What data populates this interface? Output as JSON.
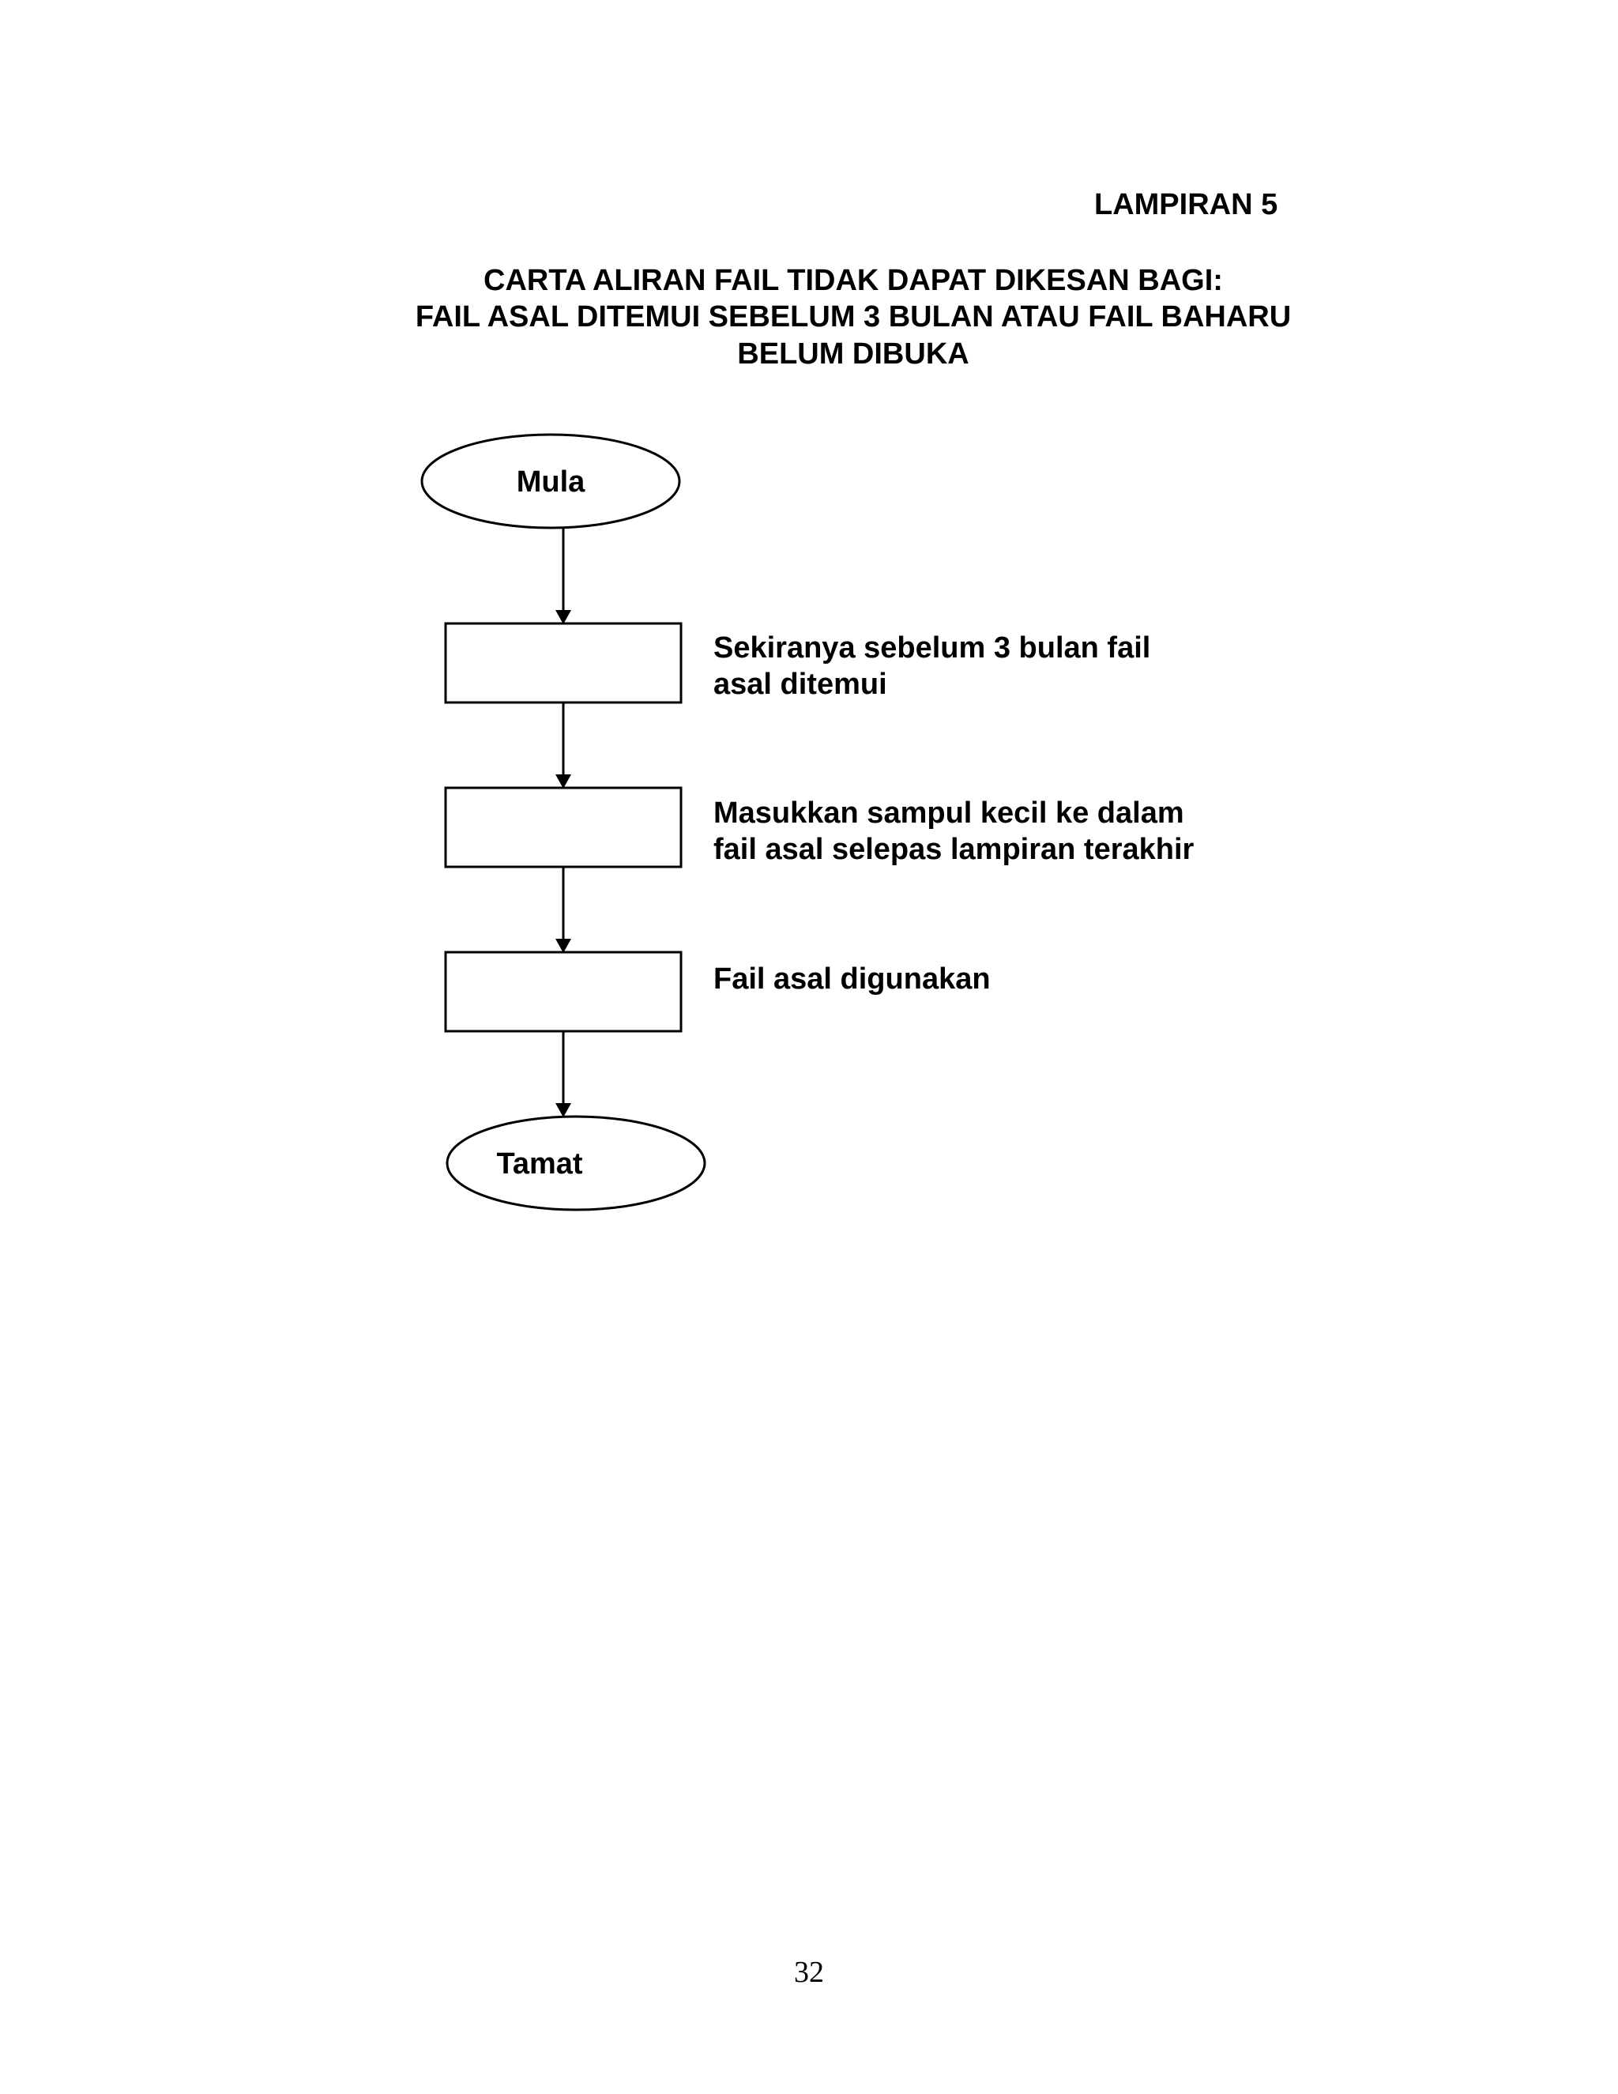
{
  "appendix_label": "LAMPIRAN 5",
  "title_lines": [
    "CARTA ALIRAN FAIL TIDAK DAPAT DIKESAN BAGI:",
    "FAIL ASAL DITEMUI SEBELUM 3 BULAN ATAU FAIL BAHARU",
    "BELUM DIBUKA"
  ],
  "flowchart": {
    "start_label": "Mula",
    "end_label": "Tamat",
    "steps": [
      {
        "note_lines": [
          "Sekiranya sebelum 3 bulan fail",
          "asal ditemui"
        ]
      },
      {
        "note_lines": [
          "Masukkan sampul kecil ke dalam",
          "fail asal selepas lampiran terakhir"
        ]
      },
      {
        "note_lines": [
          "Fail asal digunakan"
        ]
      }
    ]
  },
  "page_number": "32"
}
